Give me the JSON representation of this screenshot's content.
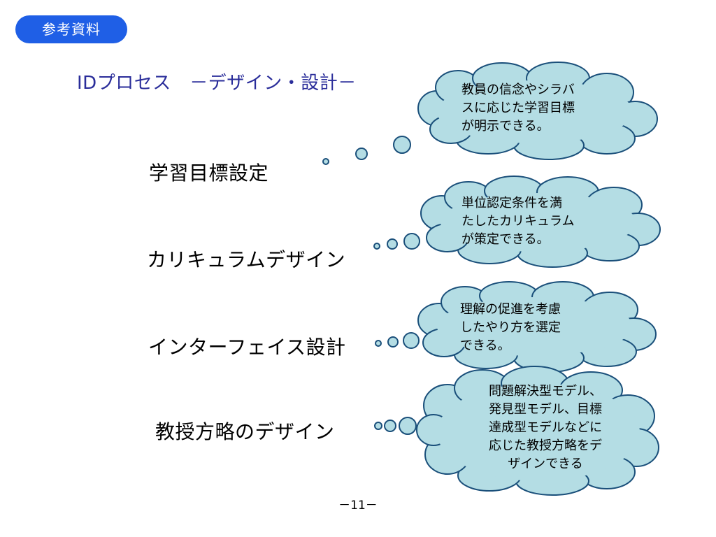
{
  "badge": {
    "label": "参考資料"
  },
  "slide": {
    "title": "IDプロセス　－デザイン・設計－",
    "page_number": "－11－"
  },
  "colors": {
    "badge_bg": "#1f5fe6",
    "title_text": "#2a2d9a",
    "cloud_fill": "#b4dde4",
    "cloud_stroke": "#1a4f7a"
  },
  "topics": [
    {
      "label": "学習目標設定",
      "cloud_text": "教員の信念やシラバ\nスに応じた学習目標\nが明示できる。"
    },
    {
      "label": "カリキュラムデザイン",
      "cloud_text": "単位認定条件を満\nたしたカリキュラム\nが策定できる。"
    },
    {
      "label": "インターフェイス設計",
      "cloud_text": "理解の促進を考慮\nしたやり方を選定\nできる。"
    },
    {
      "label": "教授方略のデザイン",
      "cloud_text": "問題解決型モデル、\n発見型モデル、目標\n達成型モデルなどに\n応じた教授方略をデ\nザインできる"
    }
  ]
}
